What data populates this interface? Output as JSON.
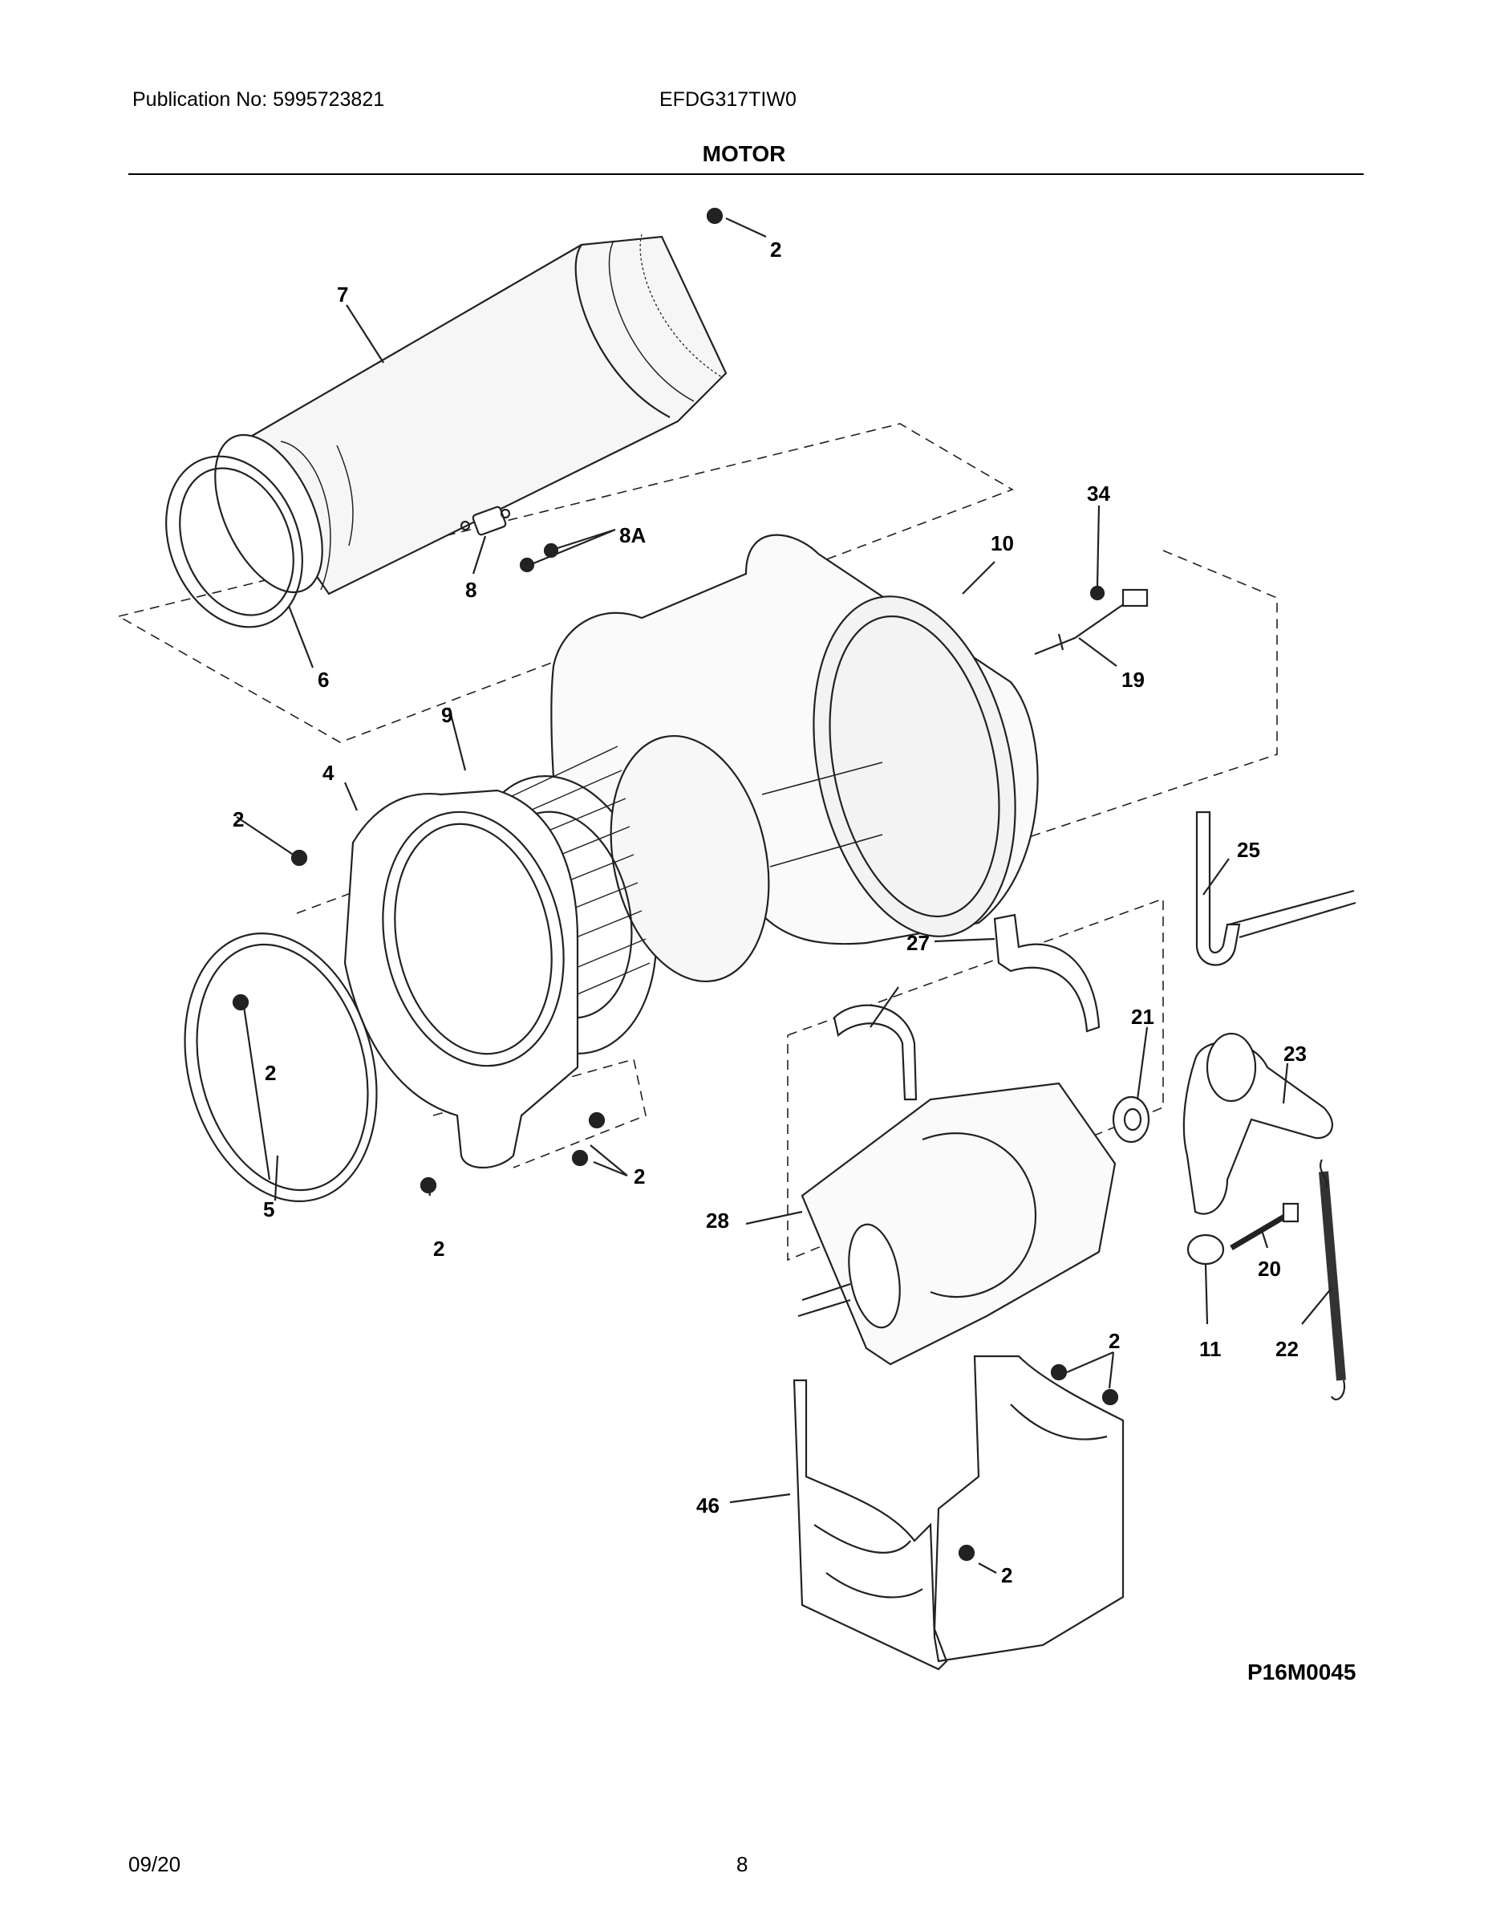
{
  "header": {
    "publication": "Publication No: 5995723821",
    "model": "EFDG317TIW0",
    "title": "MOTOR"
  },
  "footer": {
    "date": "09/20",
    "page": "8"
  },
  "diagram": {
    "code": "P16M0045",
    "callouts": [
      "2",
      "7",
      "34",
      "8A",
      "10",
      "8",
      "6",
      "19",
      "9",
      "4",
      "2",
      "25",
      "2",
      "27",
      "21",
      "23",
      "2",
      "2",
      "5",
      "2",
      "28",
      "20",
      "11",
      "22",
      "2",
      "46",
      "2"
    ]
  }
}
